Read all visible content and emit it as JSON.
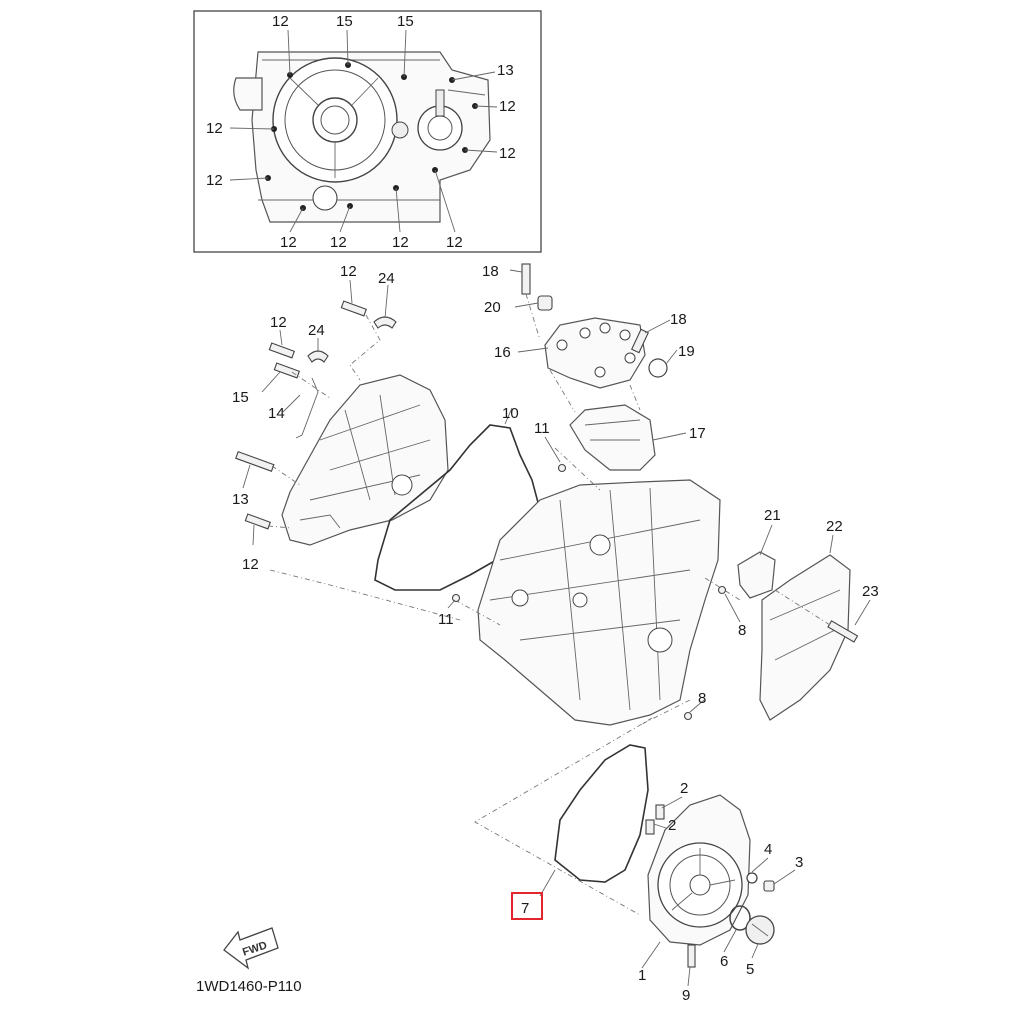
{
  "labels": {
    "inset": [
      {
        "id": "i12a",
        "text": "12"
      },
      {
        "id": "i15a",
        "text": "15"
      },
      {
        "id": "i15b",
        "text": "15"
      },
      {
        "id": "i13",
        "text": "13"
      },
      {
        "id": "i12b",
        "text": "12"
      },
      {
        "id": "i12c",
        "text": "12"
      },
      {
        "id": "i12d",
        "text": "12"
      },
      {
        "id": "i12e",
        "text": "12"
      },
      {
        "id": "i12f",
        "text": "12"
      },
      {
        "id": "i12g",
        "text": "12"
      },
      {
        "id": "i12h",
        "text": "12"
      },
      {
        "id": "i12i",
        "text": "12"
      }
    ],
    "main": [
      {
        "id": "m12a",
        "text": "12"
      },
      {
        "id": "m24a",
        "text": "24"
      },
      {
        "id": "m12b",
        "text": "12"
      },
      {
        "id": "m24b",
        "text": "24"
      },
      {
        "id": "m15",
        "text": "15"
      },
      {
        "id": "m14",
        "text": "14"
      },
      {
        "id": "m13",
        "text": "13"
      },
      {
        "id": "m12c",
        "text": "12"
      },
      {
        "id": "m10",
        "text": "10"
      },
      {
        "id": "m11a",
        "text": "11"
      },
      {
        "id": "m11b",
        "text": "11"
      },
      {
        "id": "m18a",
        "text": "18"
      },
      {
        "id": "m20",
        "text": "20"
      },
      {
        "id": "m16",
        "text": "16"
      },
      {
        "id": "m18b",
        "text": "18"
      },
      {
        "id": "m19",
        "text": "19"
      },
      {
        "id": "m17",
        "text": "17"
      },
      {
        "id": "m21",
        "text": "21"
      },
      {
        "id": "m22",
        "text": "22"
      },
      {
        "id": "m23",
        "text": "23"
      },
      {
        "id": "m8a",
        "text": "8"
      },
      {
        "id": "m8b",
        "text": "8"
      },
      {
        "id": "m2a",
        "text": "2"
      },
      {
        "id": "m2b",
        "text": "2"
      },
      {
        "id": "m4",
        "text": "4"
      },
      {
        "id": "m3",
        "text": "3"
      },
      {
        "id": "m6",
        "text": "6"
      },
      {
        "id": "m5",
        "text": "5"
      },
      {
        "id": "m1",
        "text": "1"
      },
      {
        "id": "m9",
        "text": "9"
      },
      {
        "id": "m7",
        "text": "7"
      }
    ]
  },
  "fwd_label": "FWD",
  "diagram_code": "1WD1460-P110",
  "highlight_color": "#e3262e"
}
